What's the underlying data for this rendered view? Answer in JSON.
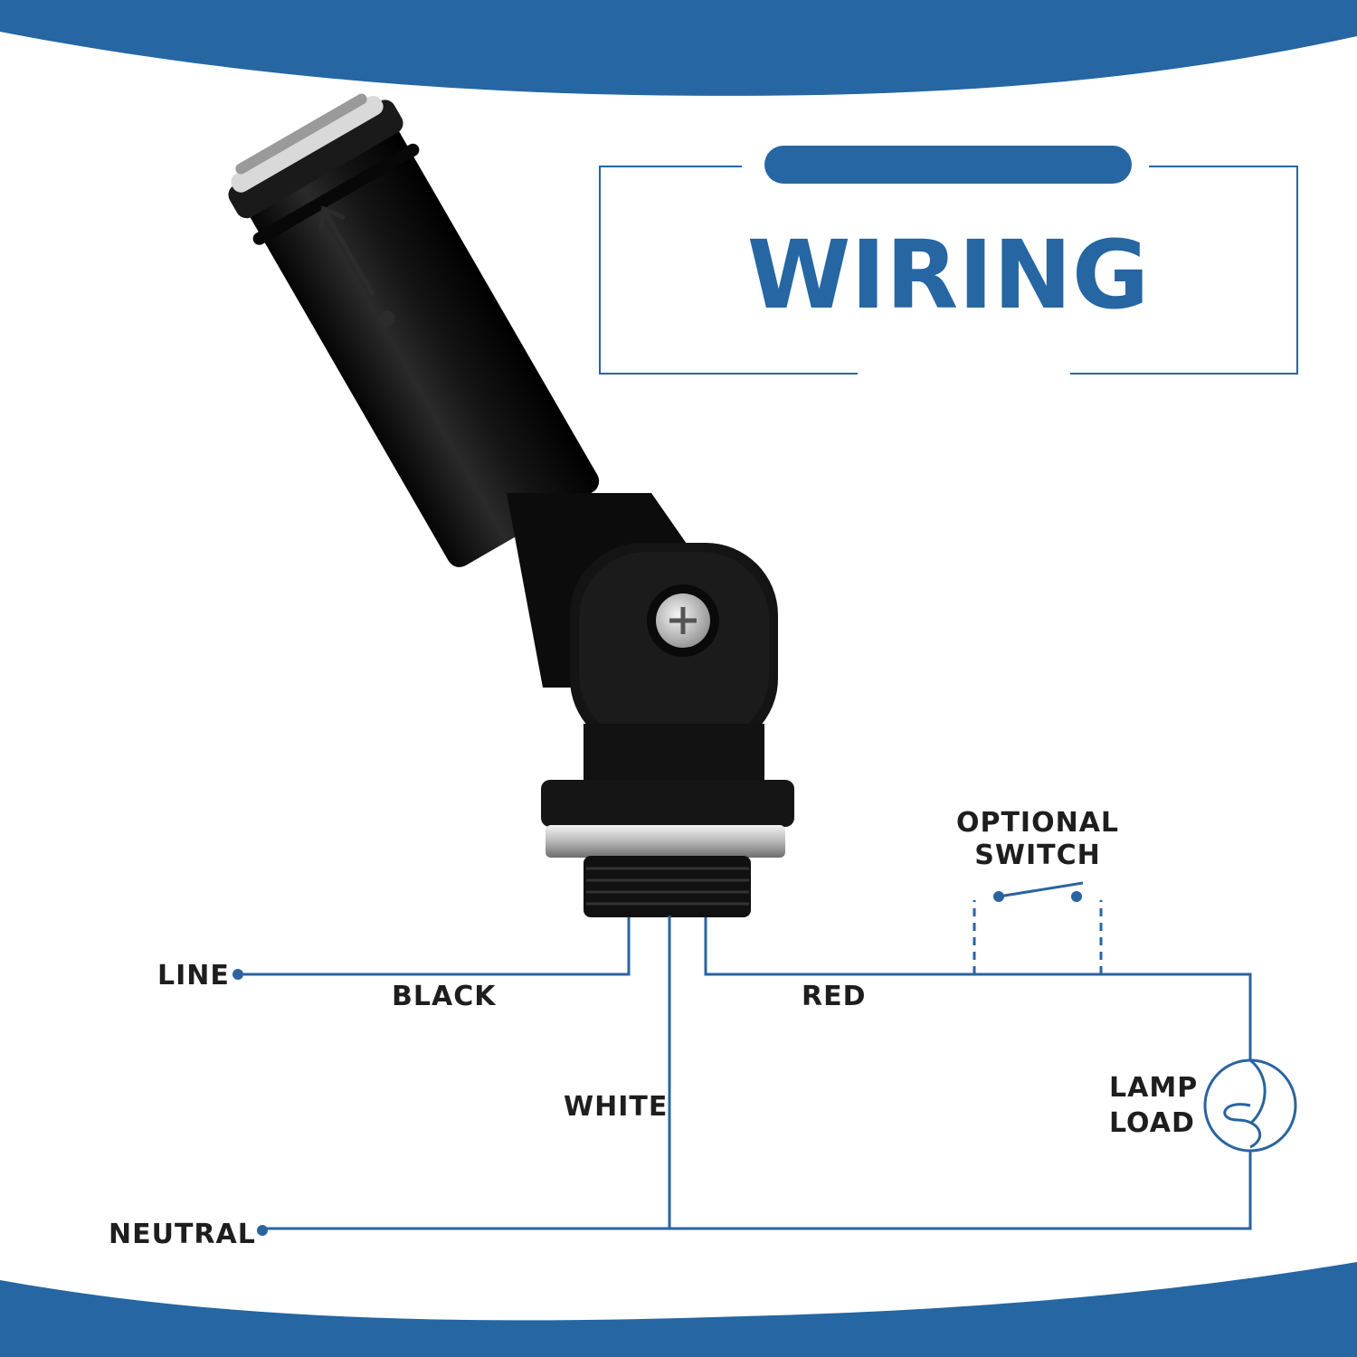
{
  "title": "WIRING",
  "labels": {
    "line": "LINE",
    "black": "BLACK",
    "red": "RED",
    "white": "WHITE",
    "neutral": "NEUTRAL",
    "optional_switch_line1": "OPTIONAL",
    "optional_switch_line2": "SWITCH",
    "lamp_load_line1": "LAMP",
    "lamp_load_line2": "LOAD"
  },
  "colors": {
    "brand_blue": "#2566a3",
    "wire_blue": "#2a64a0",
    "text_dark": "#1e1e1e",
    "device_black": "#141414"
  },
  "icons": {
    "device": "photocell-sensor-icon",
    "lamp": "lamp-icon",
    "switch": "switch-icon"
  }
}
